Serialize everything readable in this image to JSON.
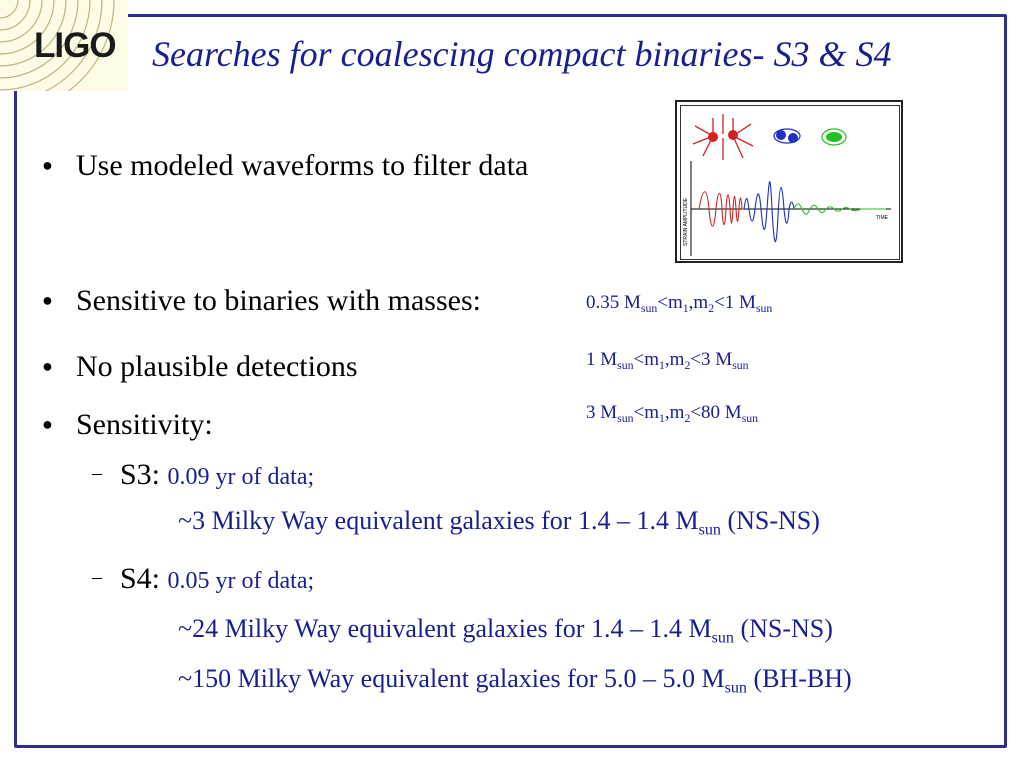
{
  "logo": {
    "text": "LIGO"
  },
  "title": "Searches for coalescing compact binaries- S3 & S4",
  "bullets": [
    {
      "text": "Use modeled waveforms to filter data"
    },
    {
      "text": "Sensitive to binaries with masses:"
    },
    {
      "text": "No plausible detections"
    },
    {
      "text": "Sensitivity:"
    }
  ],
  "mass_ranges": [
    {
      "prefix": "0.35 M",
      "sun": "sun",
      "mid1": "<m",
      "s1": "1",
      "comma": ",m",
      "s2": "2",
      "mid2": "<1 M",
      "sun2": "sun"
    },
    {
      "prefix": "1 M",
      "sun": "sun",
      "mid1": "<m",
      "s1": "1",
      "comma": ",m",
      "s2": "2",
      "mid2": "<3 M",
      "sun2": "sun"
    },
    {
      "prefix": "3 M",
      "sun": "sun",
      "mid1": "<m",
      "s1": "1",
      "comma": ",m",
      "s2": "2",
      "mid2": "<80 M",
      "sun2": "sun"
    }
  ],
  "runs": [
    {
      "label": "S3:",
      "data": "0.09 yr of data;",
      "lines": [
        {
          "pre": "~3 Milky Way equivalent galaxies for 1.4 – 1.4 M",
          "sub": "sun",
          "post": " (NS-NS)"
        }
      ]
    },
    {
      "label": "S4:",
      "data": "0.05 yr of data;",
      "lines": [
        {
          "pre": "~24 Milky Way equivalent galaxies for 1.4 – 1.4 M",
          "sub": "sun",
          "post": " (NS-NS)"
        },
        {
          "pre": "~150 Milky Way equivalent galaxies for 5.0 – 5.0 M",
          "sub": "sun",
          "post": " (BH-BH)"
        }
      ]
    }
  ],
  "figure": {
    "y_label": "STRAIN AMPLITUDE",
    "x_label": "TIME"
  },
  "colors": {
    "title": "#1a1f8f",
    "frame": "#2b2e8a",
    "inspiral": "#d42020",
    "merger": "#2030c0",
    "ringdown": "#20c020"
  }
}
